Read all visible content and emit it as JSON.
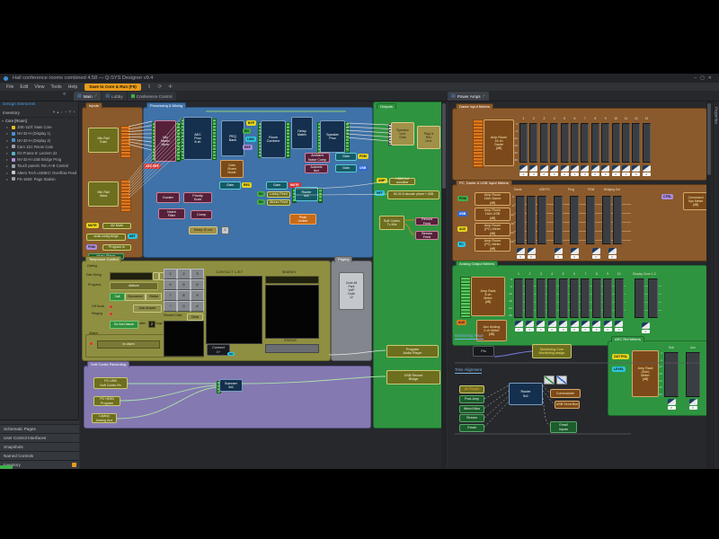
{
  "window": {
    "title": "Hall conference rooms combined 4.58 — Q-SYS Designer v9.4",
    "min": "–",
    "max": "▢",
    "close": "✕"
  },
  "menu": {
    "items": [
      "File",
      "Edit",
      "View",
      "Tools",
      "Help"
    ],
    "run": "Save to Core & Run (F5)",
    "icons": [
      "⇪",
      "⟳",
      "✛"
    ]
  },
  "tabs": {
    "collapse": "«",
    "main": "Main",
    "main_check": "✓",
    "lobby": "Lobby",
    "conf": "Conference Control",
    "right": "Power Amps",
    "right_check": "✓",
    "side": "Properties"
  },
  "sidebar": {
    "header": "Design Elements",
    "panel": "Inventory",
    "tools": [
      "▾",
      "▴",
      "↓",
      "−",
      "T",
      "+"
    ],
    "root": "Core [Room]",
    "tree": [
      {
        "c": "#e8c020",
        "label": "JSE-110f: Main Core"
      },
      {
        "c": "#4a90d0",
        "label": "NV-32-H (Display 1)"
      },
      {
        "c": "#4a90d0",
        "label": "NV-32-H (Display 2)"
      },
      {
        "c": "#9aa0a8",
        "label": "Cam 110: Room Cam"
      },
      {
        "c": "#58b0c8",
        "label": "I/O Frame 8: Lectern 22"
      },
      {
        "c": "#b090e0",
        "label": "NV-32-H USB Bridge Prog"
      },
      {
        "c": "#9aa0a8",
        "label": "Touch panels: Rm A+B Control"
      },
      {
        "c": "#c8c8c8",
        "label": "Attero Tech unD6IO: Overflow Feed"
      },
      {
        "c": "#9aa0a8",
        "label": "PS-1650: Page Station"
      }
    ],
    "accordion": [
      "Schematic Pages",
      "User Control Interfaces",
      "Snapshots",
      "Named Controls",
      "Inventory"
    ]
  },
  "cl": {
    "inputs": {
      "t": "Inputs",
      "mic1": "Mic Rail\nEast",
      "mic2": "Mic Rail\nWest",
      "r1t": "MUTE",
      "r1": "AV Mute",
      "r2": "audio config bridge",
      "r2t": "NET",
      "r3t": "PGM",
      "r3": "Program In",
      "r4": "Music Player"
    },
    "proc": {
      "t": "Processing & Mixing",
      "mixer": "Mic\nMatrix\nMixer",
      "ref": "AEC REF",
      "aec": "AEC\nProc\n8 ch",
      "eq": "PEQ\nBank",
      "comb": "Room\nCombine",
      "dly": "Delay\nMatrix",
      "xov": "Speaker\nProc",
      "p1": "BYP",
      "p2": "EN",
      "p3": "LINK",
      "p4": "REF",
      "brown": "Gain\nShare\nMode",
      "anc": "Ambient\nNoise Comp",
      "amx": "Automix\nAux",
      "g": "Gain",
      "gt1": "PGM",
      "gt2": "USB",
      "gt3": "REC",
      "gt4": "MUTE",
      "d1": "Ducker",
      "d2": "Priority\nDuck",
      "c1t": "EN",
      "c1": "Lobby Feed",
      "c2t": "EN",
      "c2": "Atrium Feed",
      "rt": "Router\n4x2",
      "m3": "Notch\nFilter",
      "m4": "Comp",
      "lim": "Peak\nLimiter",
      "dl2": "Delay 12 ms",
      "n2": "2"
    },
    "phone": {
      "t": "Telephone Control",
      "dialing": "Dialing",
      "ds": "Dial String",
      "prog": "Progress",
      "progv": "dialtone",
      "call": "Call",
      "disc": "Disconnect",
      "redial": "Redial",
      "oh": "Off Hook",
      "ring": "Ringing",
      "aa": "Auto Answer",
      "dnd": "Do Not Disturb",
      "after": "after",
      "rn": "2",
      "rings": "rings",
      "st": "Status",
      "stv": "no alarm",
      "keys": [
        "1",
        "2",
        "3",
        "4",
        "5",
        "6",
        "7",
        "8",
        "9",
        "*",
        "0",
        "#"
      ],
      "recent": "Recent Calls",
      "clear": "Clear",
      "contact": "CONTACT LIST",
      "search": "SEARCH",
      "st2": "STATUS",
      "conn": "Connect\n1+",
      "ok": "OK"
    },
    "paging": {
      "t": "Paging",
      "disp": "Zone All\nPark\nVoIP\nCode\n12"
    },
    "rec": {
      "t": "Soft Codec Recording",
      "b1": "PC USB\nSoft Codec Rx",
      "b2": "PC HDMI\nProgram",
      "b3": "Laptop\nAnalog Aux",
      "sum": "Summer\n3x1"
    },
    "out": {
      "t": "Outputs",
      "t1": "Speaker\nLine\nOuts",
      "t2": "Play &\nRec\nLine",
      "r1t": "AMP",
      "r1": "HDMI Out soundbar",
      "r2t": "NET",
      "r2": "NV-32-H decode: phone + USB",
      "codec": "Soft Codec\nTx Mix",
      "rec1": "Record\nFeed",
      "rec2": "Stream\nFeed",
      "low1": "Program\nAudio Player",
      "low2": "USB Record\nBridge"
    }
  },
  "cr": {
    "ga": {
      "t": "Dante Input Meters",
      "blk": "Amp Room\n16 ch\nDante\n[dB]",
      "labels": [
        "1",
        "2",
        "3",
        "4",
        "5",
        "6",
        "7",
        "8",
        "9",
        "10",
        "11",
        "12",
        "13"
      ],
      "scale": [
        "0",
        "-6",
        "-12",
        "-18",
        "-24",
        "-30"
      ],
      "fv": "0"
    },
    "gb": {
      "t": "PC, Dante & USB Input Meters",
      "rows": [
        {
          "tag": "PGM",
          "c": "#3fae4a",
          "txt": "Amp Room\n16ch Dante\n[dB]"
        },
        {
          "tag": "USB",
          "c": "#2f68d8",
          "txt": "Amp Room\n16ch USB\n[dB]"
        },
        {
          "tag": "AUX",
          "c": "#e8d41c",
          "txt": "Amp Room\n(PC) Meter\n[dB]"
        },
        {
          "tag": "PC",
          "c": "#2cc4e0",
          "txt": "Amp Room\n(PC) Meter\n[dB]"
        }
      ],
      "groups": [
        "Dante",
        "USB PC",
        "Prog",
        "PGM",
        "Bridging Out"
      ],
      "scale": [
        "0",
        "-6",
        "-12",
        "-18",
        "-24",
        "-30"
      ],
      "fv": "0",
      "rtag": "CTRL",
      "rblk": "Command\nSys Meter\n[dB]"
    },
    "gc": {
      "t": "Analog Output Meters",
      "blk1": "Amp Rack\n8 ch\nMeter\n[dB]",
      "tag": "AUX",
      "blk2": "Aux Analog\n2 ch Meter\n[dB]",
      "labels": [
        "1",
        "2",
        "3",
        "4",
        "5",
        "6",
        "7",
        "8",
        "9",
        "10"
      ],
      "rlabel": "Display Zone 1-2",
      "scale": [
        "0",
        "-6",
        "-12",
        "-18",
        "-24",
        "-30"
      ],
      "fv": "0"
    },
    "gd": {
      "t": "Monitoring Page",
      "pin": "Pin",
      "dest": "Monitoring Core\nMonitoring assign"
    },
    "ge": {
      "t": "Time Alignment",
      "head": "AV Router",
      "rows": [
        "Post-Amp",
        "Wired Mics",
        "Stream",
        "Email"
      ],
      "mid": "Router\n5x1",
      "r1": "Commander",
      "r2": "USB Send Box",
      "r3": "Email\nInputs"
    },
    "gf": {
      "t": "AEC Ref Meters",
      "t1": "OUT POL",
      "t2": "LEVEL",
      "blk": "Amp Rack\n(Sub)\nMeter\n[dB]",
      "labels": [
        "Sub",
        "Aux"
      ],
      "scale": [
        "0",
        "-6",
        "-12",
        "-18",
        "-24",
        "-30",
        "-36"
      ],
      "fv": "0"
    }
  }
}
